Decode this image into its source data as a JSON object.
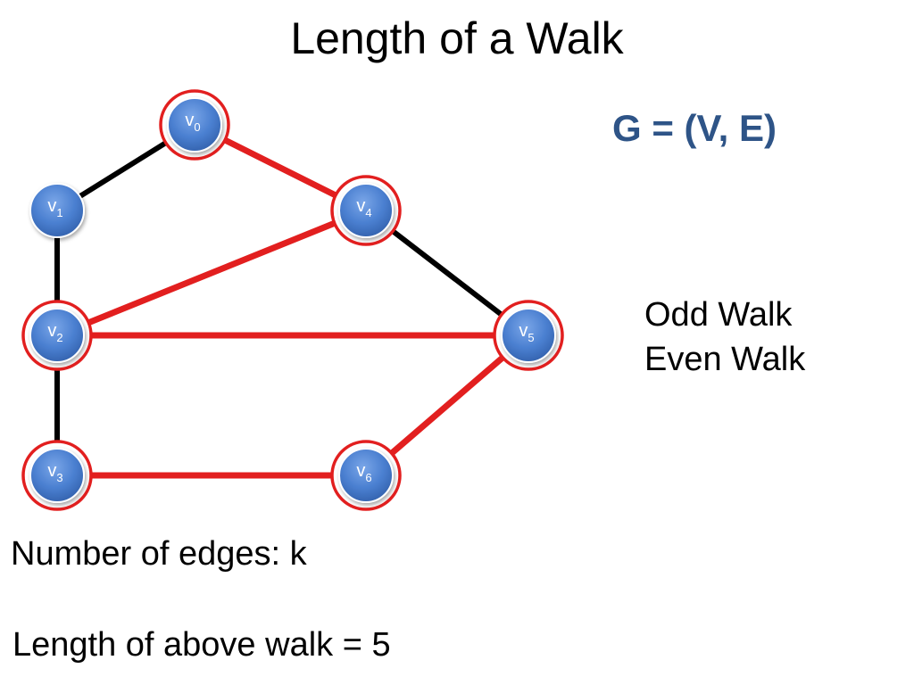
{
  "title": "Length of a Walk",
  "graph_definition": "G = (V, E)",
  "walk_types": [
    "Odd Walk",
    "Even Walk"
  ],
  "edge_count_note": "Number of edges: k",
  "walk_length_note": "Length of above walk = 5",
  "colors": {
    "vertex_fill": "#4a7fd0",
    "walk_highlight": "#e21f1f",
    "edge": "#000000",
    "heading_accent": "#2e5487"
  },
  "vertices": [
    {
      "id": "v0",
      "base": "v",
      "sub": "0",
      "in_walk": true
    },
    {
      "id": "v1",
      "base": "v",
      "sub": "1",
      "in_walk": false
    },
    {
      "id": "v2",
      "base": "v",
      "sub": "2",
      "in_walk": true
    },
    {
      "id": "v3",
      "base": "v",
      "sub": "3",
      "in_walk": true
    },
    {
      "id": "v4",
      "base": "v",
      "sub": "4",
      "in_walk": true
    },
    {
      "id": "v5",
      "base": "v",
      "sub": "5",
      "in_walk": true
    },
    {
      "id": "v6",
      "base": "v",
      "sub": "6",
      "in_walk": true
    }
  ],
  "edges": [
    {
      "from": "v0",
      "to": "v1",
      "in_walk": false
    },
    {
      "from": "v1",
      "to": "v2",
      "in_walk": false
    },
    {
      "from": "v2",
      "to": "v3",
      "in_walk": false
    },
    {
      "from": "v4",
      "to": "v5",
      "in_walk": false
    },
    {
      "from": "v0",
      "to": "v4",
      "in_walk": true
    },
    {
      "from": "v4",
      "to": "v2",
      "in_walk": true
    },
    {
      "from": "v2",
      "to": "v5",
      "in_walk": true
    },
    {
      "from": "v5",
      "to": "v6",
      "in_walk": true
    },
    {
      "from": "v6",
      "to": "v3",
      "in_walk": true
    }
  ]
}
